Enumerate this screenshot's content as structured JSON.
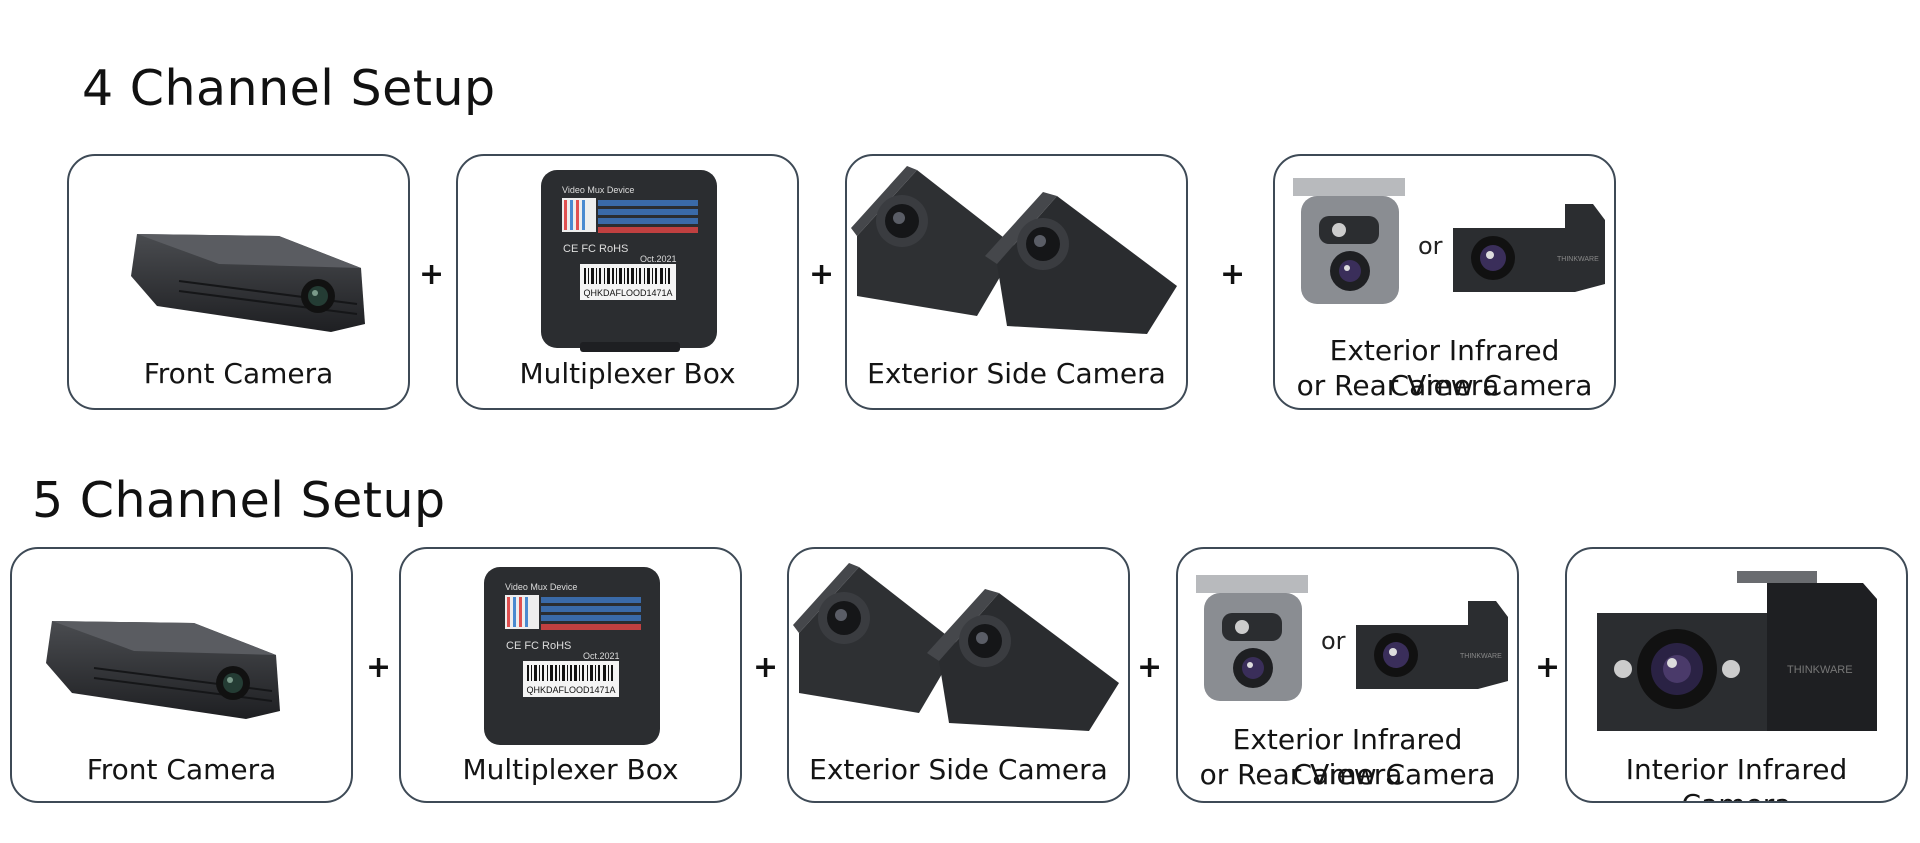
{
  "sections": [
    {
      "title": "4 Channel Setup",
      "cards": [
        {
          "label": "Front Camera"
        },
        {
          "label": "Multiplexer Box"
        },
        {
          "label": "Exterior Side Camera"
        },
        {
          "label_line1": "Exterior Infrared Camera",
          "label_line2": "or Rear View Camera",
          "or": "or"
        }
      ]
    },
    {
      "title": "5 Channel Setup",
      "cards": [
        {
          "label": "Front Camera"
        },
        {
          "label": "Multiplexer Box"
        },
        {
          "label": "Exterior Side Camera"
        },
        {
          "label_line1": "Exterior Infrared Camera",
          "label_line2": "or Rear View Camera",
          "or": "or"
        },
        {
          "label": "Interior Infrared Camera"
        }
      ]
    }
  ],
  "plus_sign": "+",
  "box_text": {
    "header": "Video Mux Device",
    "date": "Oct.2021",
    "serial": "QHKDAFLOOD1471A",
    "brand": "THINKWARE"
  },
  "colors": {
    "card_border": "#3e4a56",
    "device_body": "#2b2d30"
  }
}
